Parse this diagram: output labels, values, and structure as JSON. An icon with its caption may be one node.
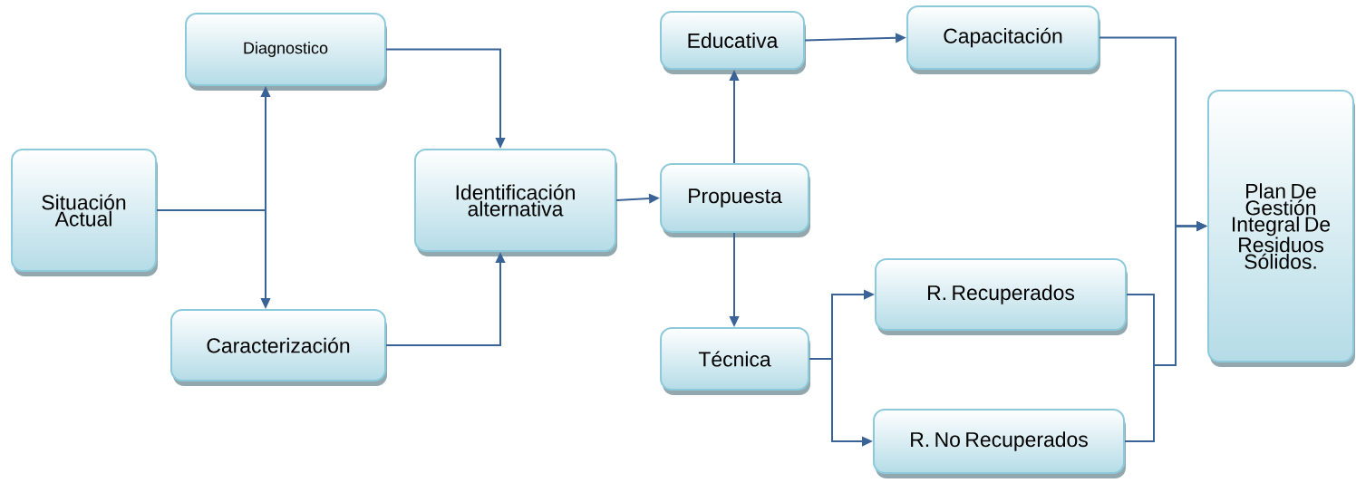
{
  "diagram": {
    "nodes": [
      {
        "text": [
          "Situación Actual"
        ]
      },
      {
        "text": [
          "Diagnostico"
        ]
      },
      {
        "text": [
          "Caracterización"
        ]
      },
      {
        "text": [
          "Identificación alternativa"
        ]
      },
      {
        "text": [
          "Educativa"
        ]
      },
      {
        "text": [
          "Capacitación"
        ]
      },
      {
        "text": [
          "Propuesta"
        ]
      },
      {
        "text": [
          "Técnica"
        ]
      },
      {
        "text": [
          "R. Recuperados"
        ]
      },
      {
        "text": [
          "R. No Recuperados"
        ]
      },
      {
        "text": [
          "Plan De Gestión Integral De Residuos Sólidos."
        ]
      }
    ],
    "edges": [
      {
        "from": 0,
        "to": 1,
        "arrow": "to"
      },
      {
        "from": 0,
        "to": 2,
        "arrow": "to"
      },
      {
        "from": 1,
        "to": 3,
        "arrow": "to"
      },
      {
        "from": 2,
        "to": 3,
        "arrow": "to"
      },
      {
        "from": 3,
        "to": 6,
        "arrow": "to"
      },
      {
        "from": 6,
        "to": 4,
        "arrow": "to"
      },
      {
        "from": 6,
        "to": 7,
        "arrow": "to"
      },
      {
        "from": 4,
        "to": 5,
        "arrow": "to"
      },
      {
        "from": 7,
        "to": 8,
        "arrow": "to"
      },
      {
        "from": 7,
        "to": 9,
        "arrow": "to"
      },
      {
        "from": 5,
        "to": 10,
        "arrow": "to"
      },
      {
        "from": 8,
        "to": 10,
        "arrow": "to"
      },
      {
        "from": 9,
        "to": 10,
        "arrow": "to"
      }
    ]
  }
}
